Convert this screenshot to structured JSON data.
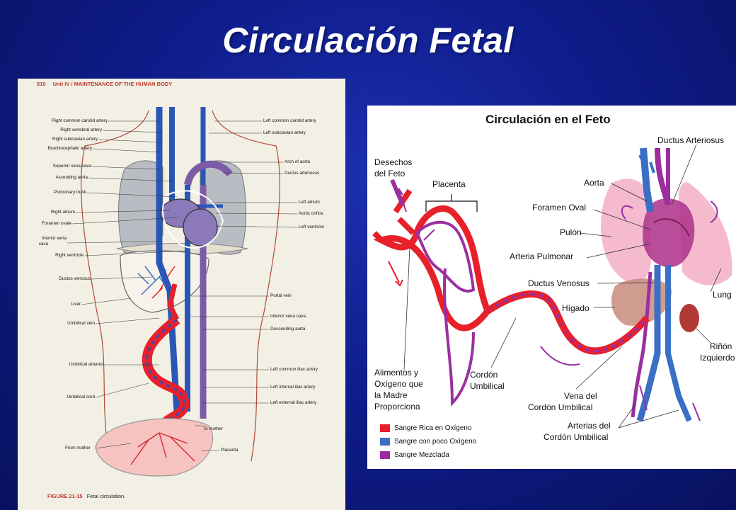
{
  "slide_title": "Circulación Fetal",
  "left_figure": {
    "page_number": "510",
    "header": "Unit IV / MAINTENANCE OF THE HUMAN BODY",
    "caption_label": "FIGURE 21-15",
    "caption_text": "Fetal circulation.",
    "labels_left": [
      "Right common carotid artery",
      "Right vertebral artery",
      "Right subclavian artery",
      "Brachiocephalic artery",
      "Superior vena cava",
      "Ascending aorta",
      "Pulmonary trunk",
      "Right atrium",
      "Foramen ovale",
      "Interior vena",
      "cava",
      "Right ventricle",
      "Ductus venosus",
      "Liver",
      "Umbilical vein",
      "Umbilical arteries",
      "Umbilical cord",
      "From mother"
    ],
    "labels_right": [
      "Left common carotid artery",
      "Left subclavian artery",
      "Arch of aorta",
      "Ductus arteriosus",
      "Left atrium",
      "Aortic orifice",
      "Left ventricle",
      "Portal vein",
      "Inferior vena cava",
      "Descending aorta",
      "Left common iliac artery",
      "Left internal iliac artery",
      "Left external iliac artery",
      "To mother",
      "Placenta"
    ]
  },
  "right_figure": {
    "title": "Circulación en el Feto",
    "labels": {
      "desechos": [
        "Desechos",
        "del Feto"
      ],
      "placenta": "Placenta",
      "ductus_arteriosus": "Ductus Arteriosus",
      "aorta": "Aorta",
      "foramen_oval": "Foramen Oval",
      "pulon": "Pulón",
      "arteria_pulmonar": "Arteria Pulmonar",
      "ductus_venosus": "Ductus Venosus",
      "higado": "Hígado",
      "lung": "Lung",
      "rinon": [
        "Riñón",
        "Izquierdo"
      ],
      "alimentos": [
        "Alimentos y",
        "Oxígeno que",
        "la Madre",
        "Proporciona"
      ],
      "cordon": [
        "Cordón",
        "Umbilical"
      ],
      "vena": [
        "Vena del",
        "Cordón Umbilical"
      ],
      "arterias": [
        "Arterias del",
        "Cordón Umbilical"
      ]
    },
    "legend": [
      {
        "label": "Sangre Rica en Oxígeno",
        "color": "#e8202a"
      },
      {
        "label": "Sangre con poco Oxígeno",
        "color": "#3b6fc4"
      },
      {
        "label": "Sangre Mezclada",
        "color": "#9b2fa0"
      }
    ]
  },
  "colors": {
    "background": "#0f1d8c",
    "oxygen_rich": "#e8202a",
    "oxygen_poor": "#3b6fc4",
    "mixed": "#9b2fa0",
    "lung": "#f2a9c2",
    "liver": "#c98b7c"
  }
}
